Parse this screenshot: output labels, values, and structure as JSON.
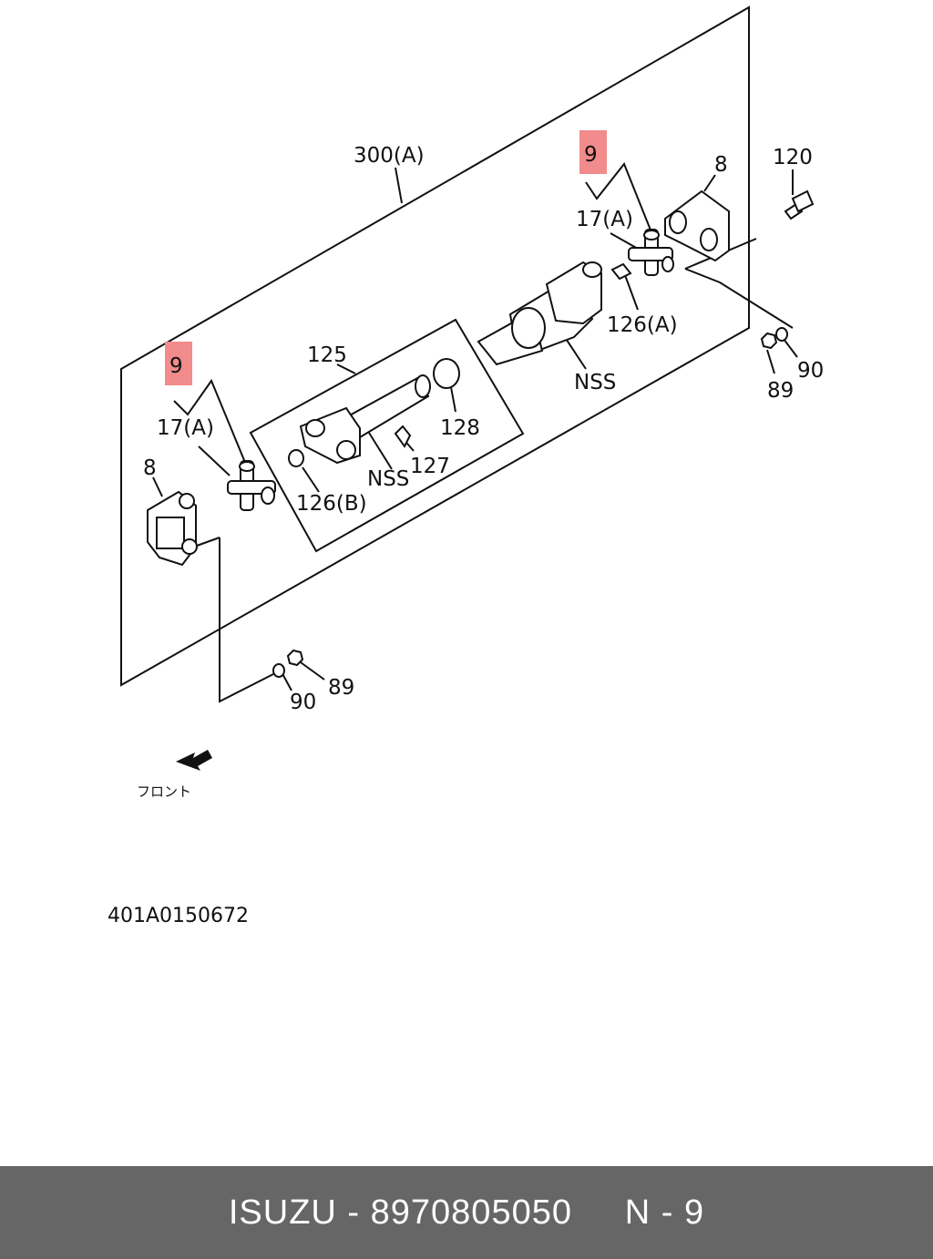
{
  "diagram": {
    "labels": {
      "assembly": "300(A)",
      "cross_kit_top": "9",
      "cross_kit_left": "9",
      "bearing_top": "17(A)",
      "bearing_left": "17(A)",
      "flange_top": "8",
      "flange_left": "8",
      "bolt": "120",
      "grease_nipple_top": "126(A)",
      "grease_nipple_left": "126(B)",
      "nss_top": "NSS",
      "nss_mid": "NSS",
      "shaft": "125",
      "seal": "128",
      "plug": "127",
      "nut_right": "89",
      "washer_right": "90",
      "nut_bottom": "89",
      "washer_bottom": "90"
    },
    "front_label": "フロント",
    "drawing_number": "401A0150672"
  },
  "footer": {
    "brand": "ISUZU",
    "separator": "-",
    "part_number": "8970805050",
    "page": "N - 9"
  }
}
